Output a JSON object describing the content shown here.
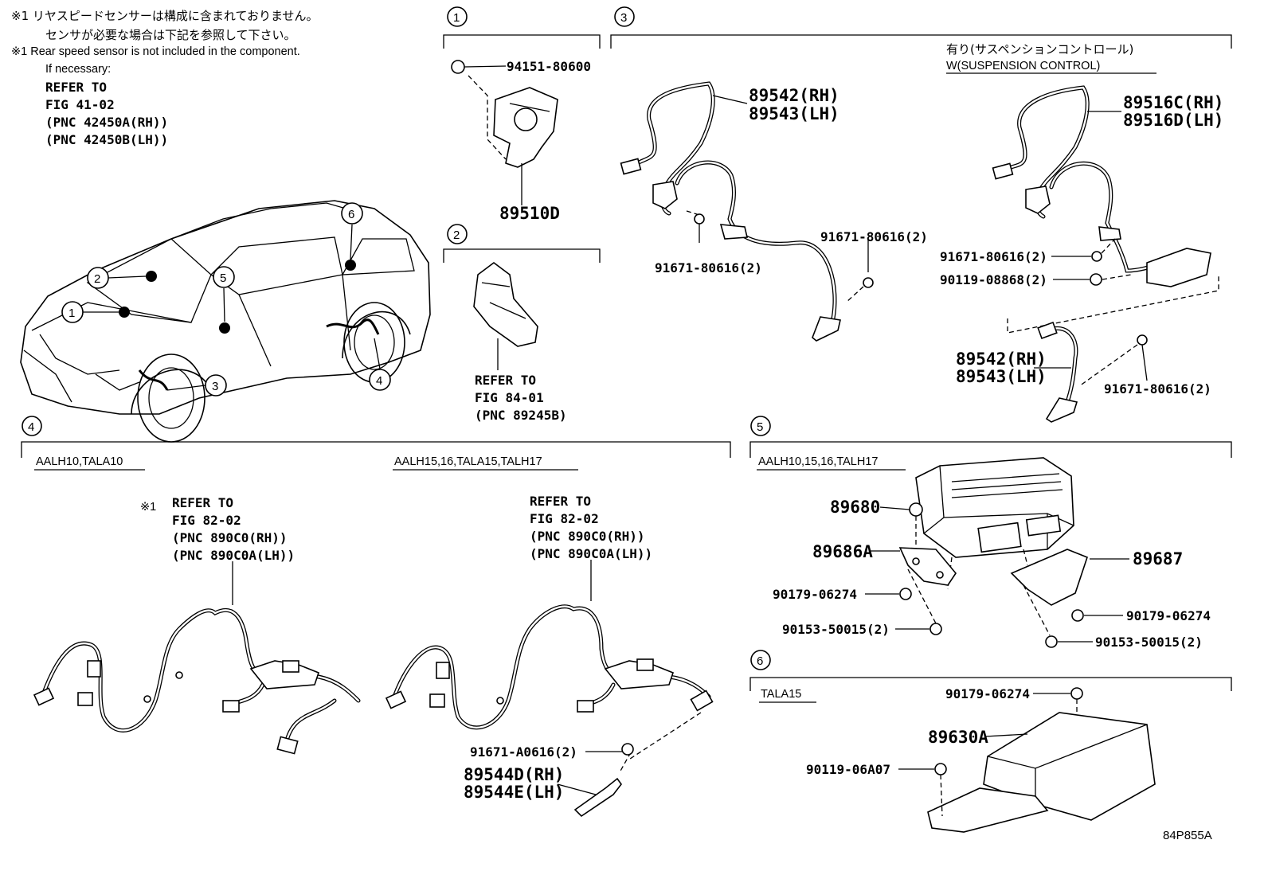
{
  "notes": {
    "jp_line1": "※1 リヤスピードセンサーは構成に含まれておりません。",
    "jp_line2": "センサが必要な場合は下記を参照して下さい。",
    "en_line1": "※1 Rear speed sensor is not included in the component.",
    "en_line2": "If necessary:",
    "refer": [
      "REFER TO",
      "FIG 41-02",
      "(PNC 42450A(RH))",
      "(PNC 42450B(LH))"
    ]
  },
  "section_numbers": [
    "1",
    "2",
    "3",
    "4",
    "5",
    "6"
  ],
  "car_callouts": [
    "1",
    "2",
    "3",
    "4",
    "5",
    "6"
  ],
  "sec1": {
    "pn_a": "94151-80600",
    "pn_b": "89510D"
  },
  "sec2": {
    "refer": [
      "REFER TO",
      "FIG 84-01",
      "(PNC 89245B)"
    ]
  },
  "sec3": {
    "pn_rh": "89542(RH)",
    "pn_lh": "89543(LH)",
    "bolt_a": "91671-80616(2)",
    "bolt_b": "91671-80616(2)",
    "header_jp": "有り(サスペンションコントロール)",
    "header_en": "W(SUSPENSION CONTROL)",
    "pn_c_rh": "89516C(RH)",
    "pn_c_lh": "89516D(LH)",
    "bolt_c": "91671-80616(2)",
    "bolt_d": "90119-08868(2)",
    "pn_d_rh": "89542(RH)",
    "pn_d_lh": "89543(LH)",
    "bolt_e": "91671-80616(2)"
  },
  "sec4": {
    "header_a": "AALH10,TALA10",
    "header_b": "AALH15,16,TALA15,TALH17",
    "mark": "※1",
    "refer_a": [
      "REFER TO",
      "FIG 82-02",
      "(PNC 890C0(RH))",
      "(PNC 890C0A(LH))"
    ],
    "refer_b": [
      "REFER TO",
      "FIG 82-02",
      "(PNC 890C0(RH))",
      "(PNC 890C0A(LH))"
    ],
    "bolt": "91671-A0616(2)",
    "pn_rh": "89544D(RH)",
    "pn_lh": "89544E(LH)"
  },
  "sec5": {
    "header": "AALH10,15,16,TALH17",
    "pn_ecu": "89680",
    "pn_bracket_l": "89686A",
    "pn_bracket_r": "89687",
    "nut_l": "90179-06274",
    "bolt_l": "90153-50015(2)",
    "nut_r": "90179-06274",
    "bolt_r": "90153-50015(2)"
  },
  "sec6": {
    "header": "TALA15",
    "nut": "90179-06274",
    "pn_ecu": "89630A",
    "bolt": "90119-06A07"
  },
  "diagram_code": "84P855A"
}
